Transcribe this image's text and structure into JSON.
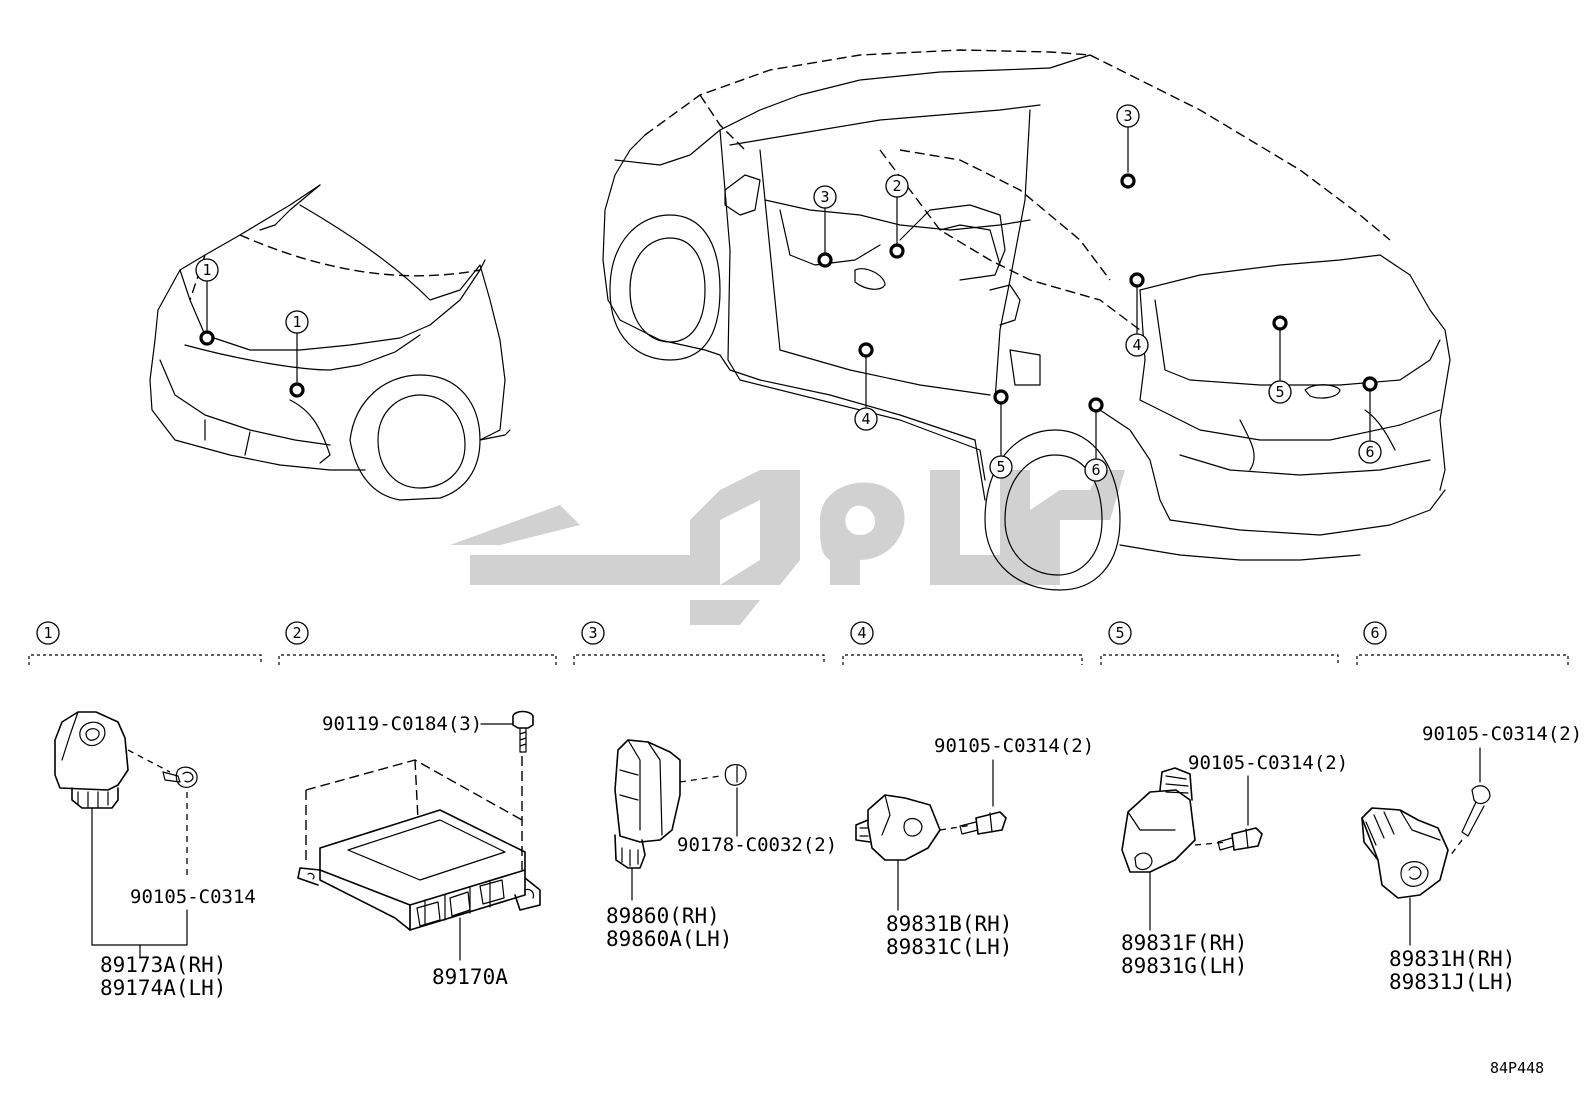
{
  "reference_code": "84P448",
  "locations": [
    "1",
    "2",
    "3",
    "4",
    "5",
    "6"
  ],
  "sections": [
    {
      "id": "1",
      "parts": [
        "89173A(RH)",
        "89174A(LH)"
      ],
      "fastener": "90105-C0314"
    },
    {
      "id": "2",
      "parts": [
        "89170A"
      ],
      "fastener": "90119-C0184(3)"
    },
    {
      "id": "3",
      "parts": [
        "89860(RH)",
        "89860A(LH)"
      ],
      "fastener": "90178-C0032(2)"
    },
    {
      "id": "4",
      "parts": [
        "89831B(RH)",
        "89831C(LH)"
      ],
      "fastener": "90105-C0314(2)"
    },
    {
      "id": "5",
      "parts": [
        "89831F(RH)",
        "89831G(LH)"
      ],
      "fastener": "90105-C0314(2)"
    },
    {
      "id": "6",
      "parts": [
        "89831H(RH)",
        "89831J(LH)"
      ],
      "fastener": "90105-C0314(2)"
    }
  ]
}
